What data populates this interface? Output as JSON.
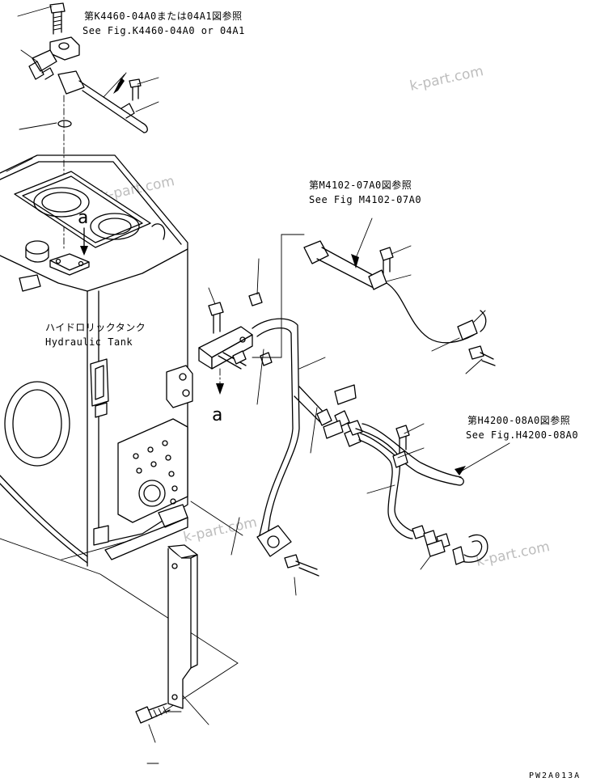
{
  "references": {
    "ref1_jp": "第K4460-04A0または04A1図参照",
    "ref1_en": "See Fig.K4460-04A0 or 04A1",
    "ref2_jp": "第M4102-07A0図参照",
    "ref2_en": "See Fig M4102-07A0",
    "ref3_jp": "第H4200-08A0図参照",
    "ref3_en": "See Fig.H4200-08A0"
  },
  "tank": {
    "label_jp": "ハイドロリックタンク",
    "label_en": "Hydraulic Tank"
  },
  "view_marks": {
    "top": "a",
    "bottom": "a"
  },
  "watermark": "k-part.com",
  "drawing_code": "PW2A013A"
}
